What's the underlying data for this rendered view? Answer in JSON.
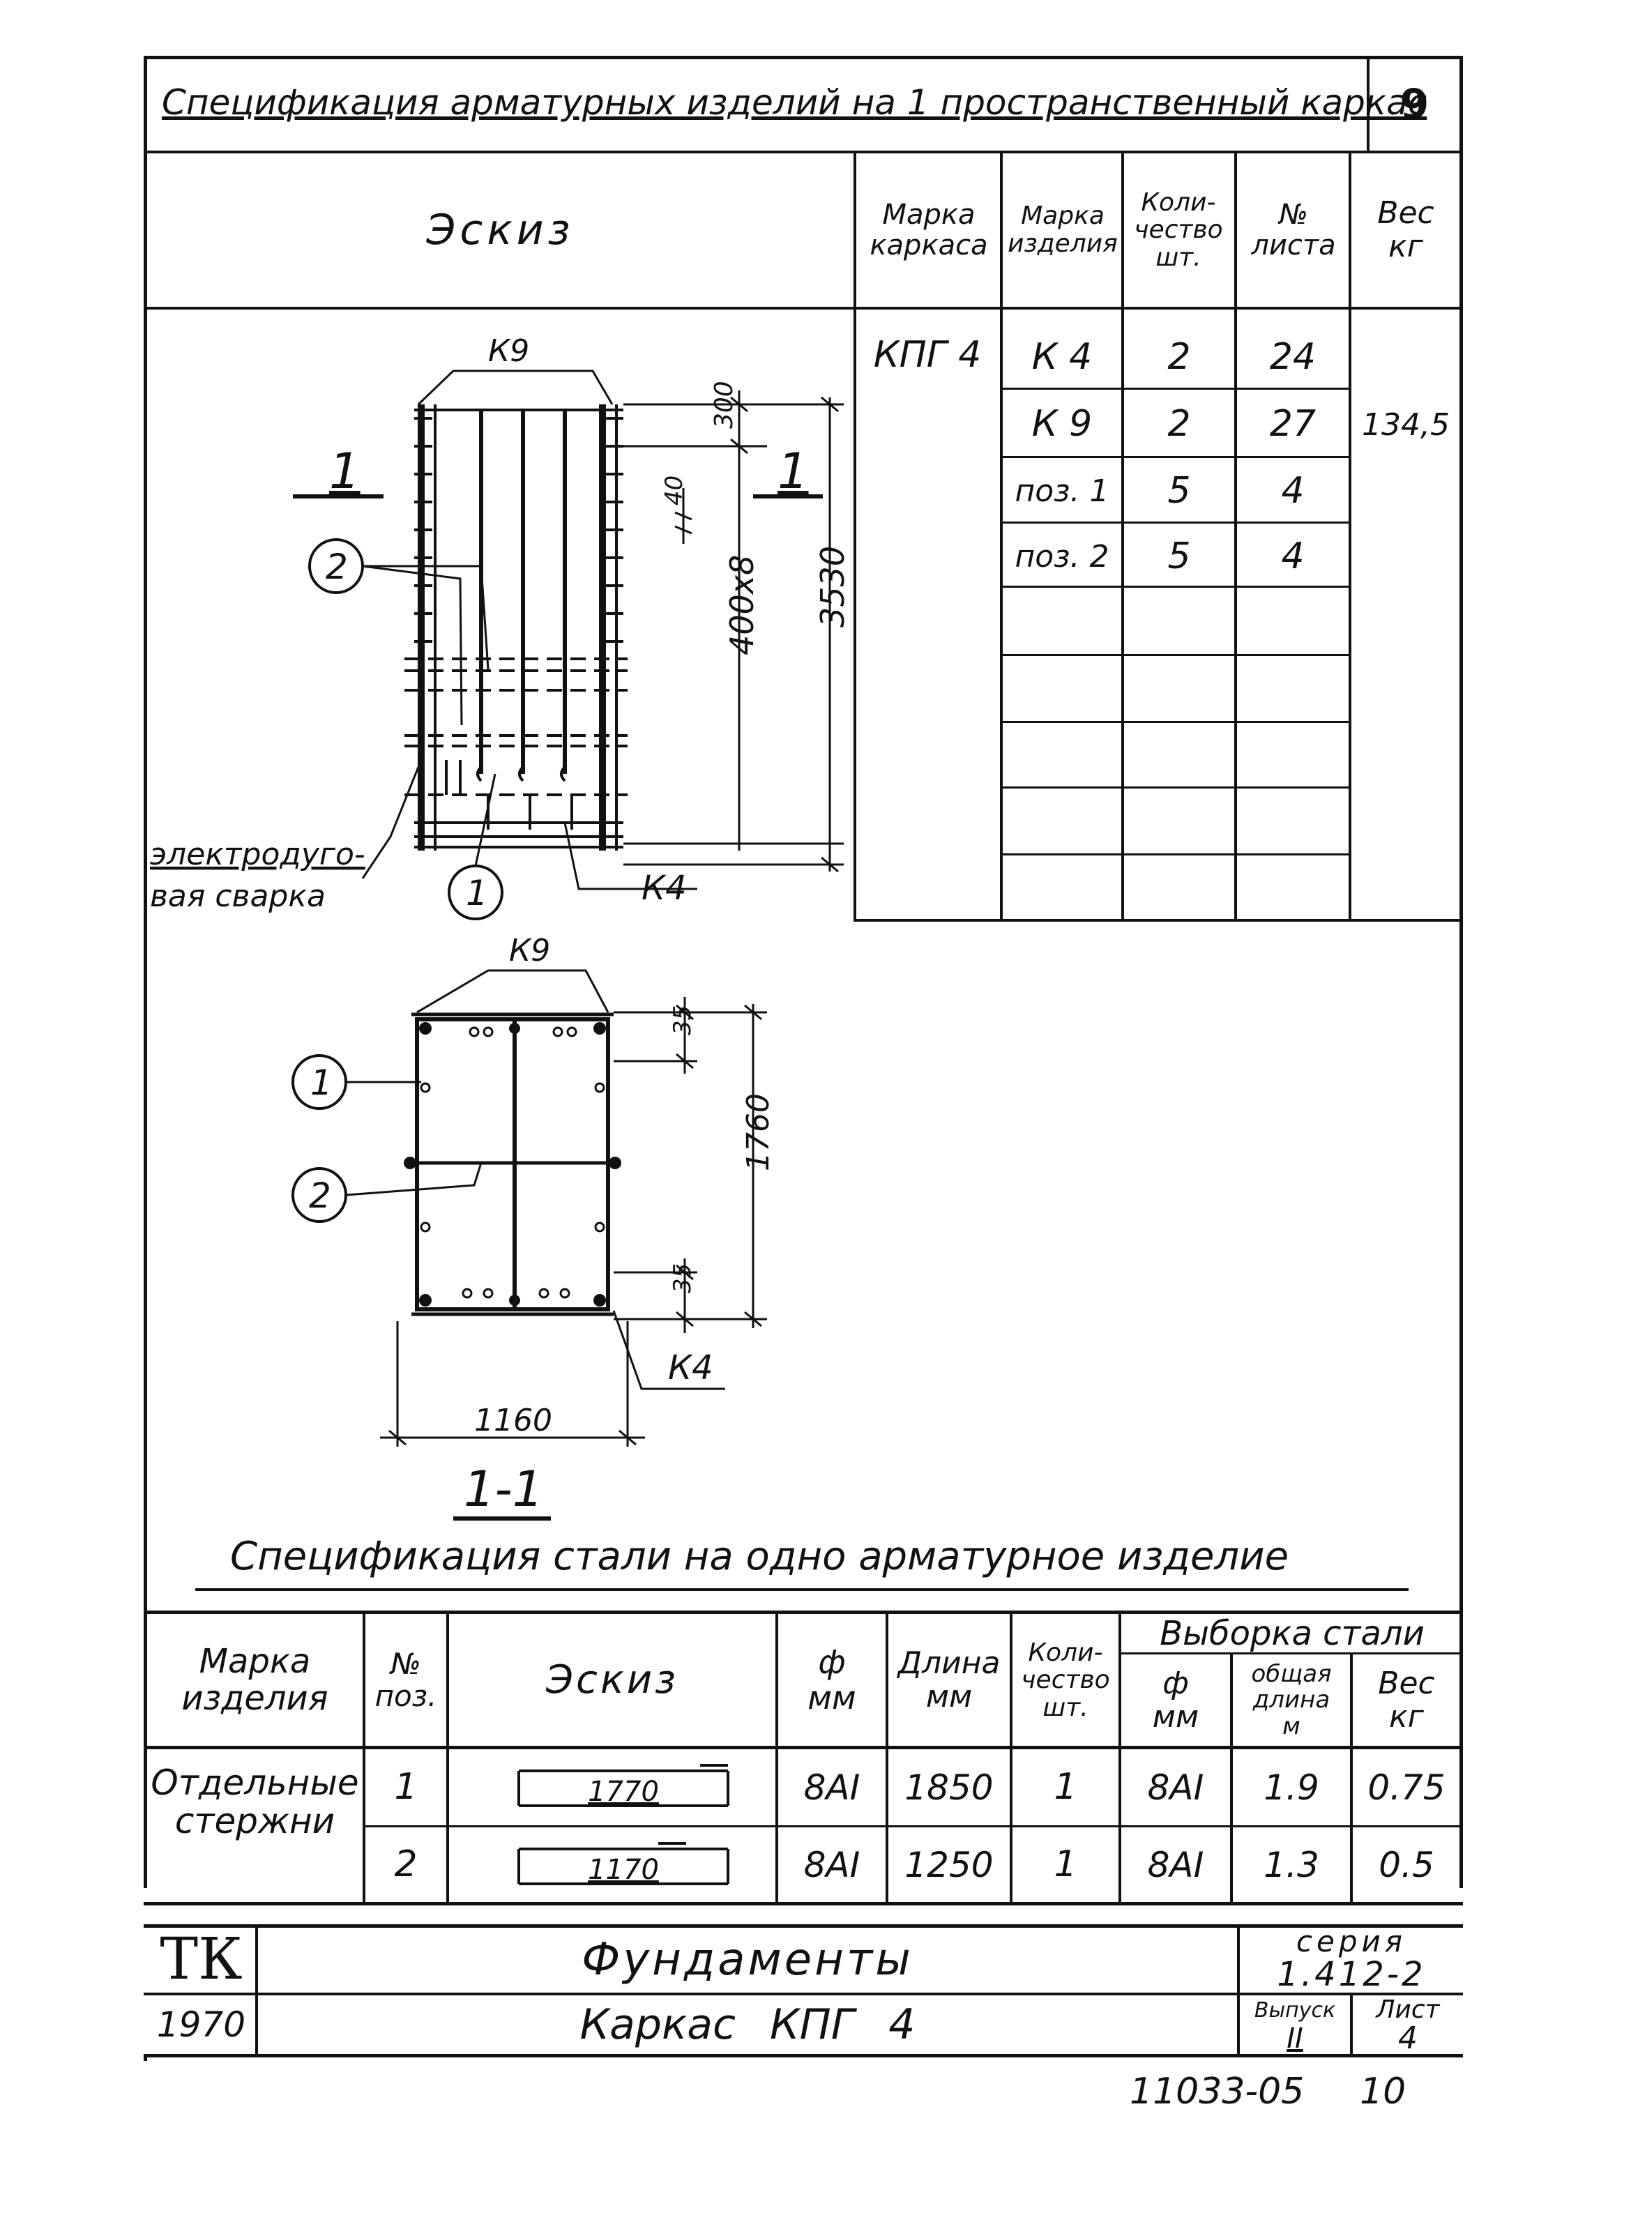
{
  "sheet_corner_number": "9",
  "top_title": "Спецификация арматурных изделий на 1 пространственный каркас",
  "spec_table": {
    "headers": {
      "sketch": "Эскиз",
      "frame_mark": "Марка каркаса",
      "item_mark": "Марка изделия",
      "quantity": "Коли- чество шт.",
      "sheet_no": "№ листа",
      "weight": "Вес кг"
    },
    "frame_mark_value": "КПГ 4",
    "total_weight": "134,5",
    "rows": [
      {
        "item": "К 4",
        "qty": "2",
        "sheet": "24"
      },
      {
        "item": "К 9",
        "qty": "2",
        "sheet": "27"
      },
      {
        "item": "поз. 1",
        "qty": "5",
        "sheet": "4"
      },
      {
        "item": "поз. 2",
        "qty": "5",
        "sheet": "4"
      }
    ]
  },
  "elevation_drawing": {
    "label_k9": "К9",
    "label_k4": "К4",
    "section_mark": "1",
    "callout_1": "1",
    "callout_2": "2",
    "dim_300": "300",
    "dim_40": "40",
    "dim_400x8": "400х8",
    "dim_3530": "3530",
    "welding_note_line1": "электродуго-",
    "welding_note_line2": "вая сварка"
  },
  "section_drawing": {
    "label_k9": "К9",
    "label_k4": "К4",
    "callout_1": "1",
    "callout_2": "2",
    "dim_35_top": "35",
    "dim_35_bottom": "35",
    "dim_1760": "1760",
    "dim_1160": "1160",
    "section_title": "1-1"
  },
  "steel_spec_title": "Спецификация стали на одно арматурное изделие",
  "steel_table": {
    "headers": {
      "item_mark": "Марка изделия",
      "pos": "№ поз.",
      "sketch": "Эскиз",
      "diameter": "ф мм",
      "length": "Длина мм",
      "quantity": "Коли- чество шт.",
      "selection": "Выборка стали",
      "sel_diameter": "ф мм",
      "sel_total_length": "общая длина м",
      "sel_weight": "Вес кг"
    },
    "group_label": "Отдельные стержни",
    "rows": [
      {
        "pos": "1",
        "sketch_dim": "1770",
        "diameter": "8АI",
        "length": "1850",
        "qty": "1",
        "sel_diameter": "8АI",
        "sel_length": "1.9",
        "sel_weight": "0.75"
      },
      {
        "pos": "2",
        "sketch_dim": "1170",
        "diameter": "8АI",
        "length": "1250",
        "qty": "1",
        "sel_diameter": "8АI",
        "sel_length": "1.3",
        "sel_weight": "0.5"
      }
    ]
  },
  "title_block": {
    "logo": "ТК",
    "year": "1970",
    "title": "Фундаменты",
    "subtitle": "Каркас КПГ 4",
    "series_label": "серия",
    "series_value": "1.412-2",
    "issue_label": "Выпуск",
    "issue_value": "II",
    "sheet_label": "Лист",
    "sheet_value": "4"
  },
  "footer_code": "11033-05",
  "footer_page": "10"
}
